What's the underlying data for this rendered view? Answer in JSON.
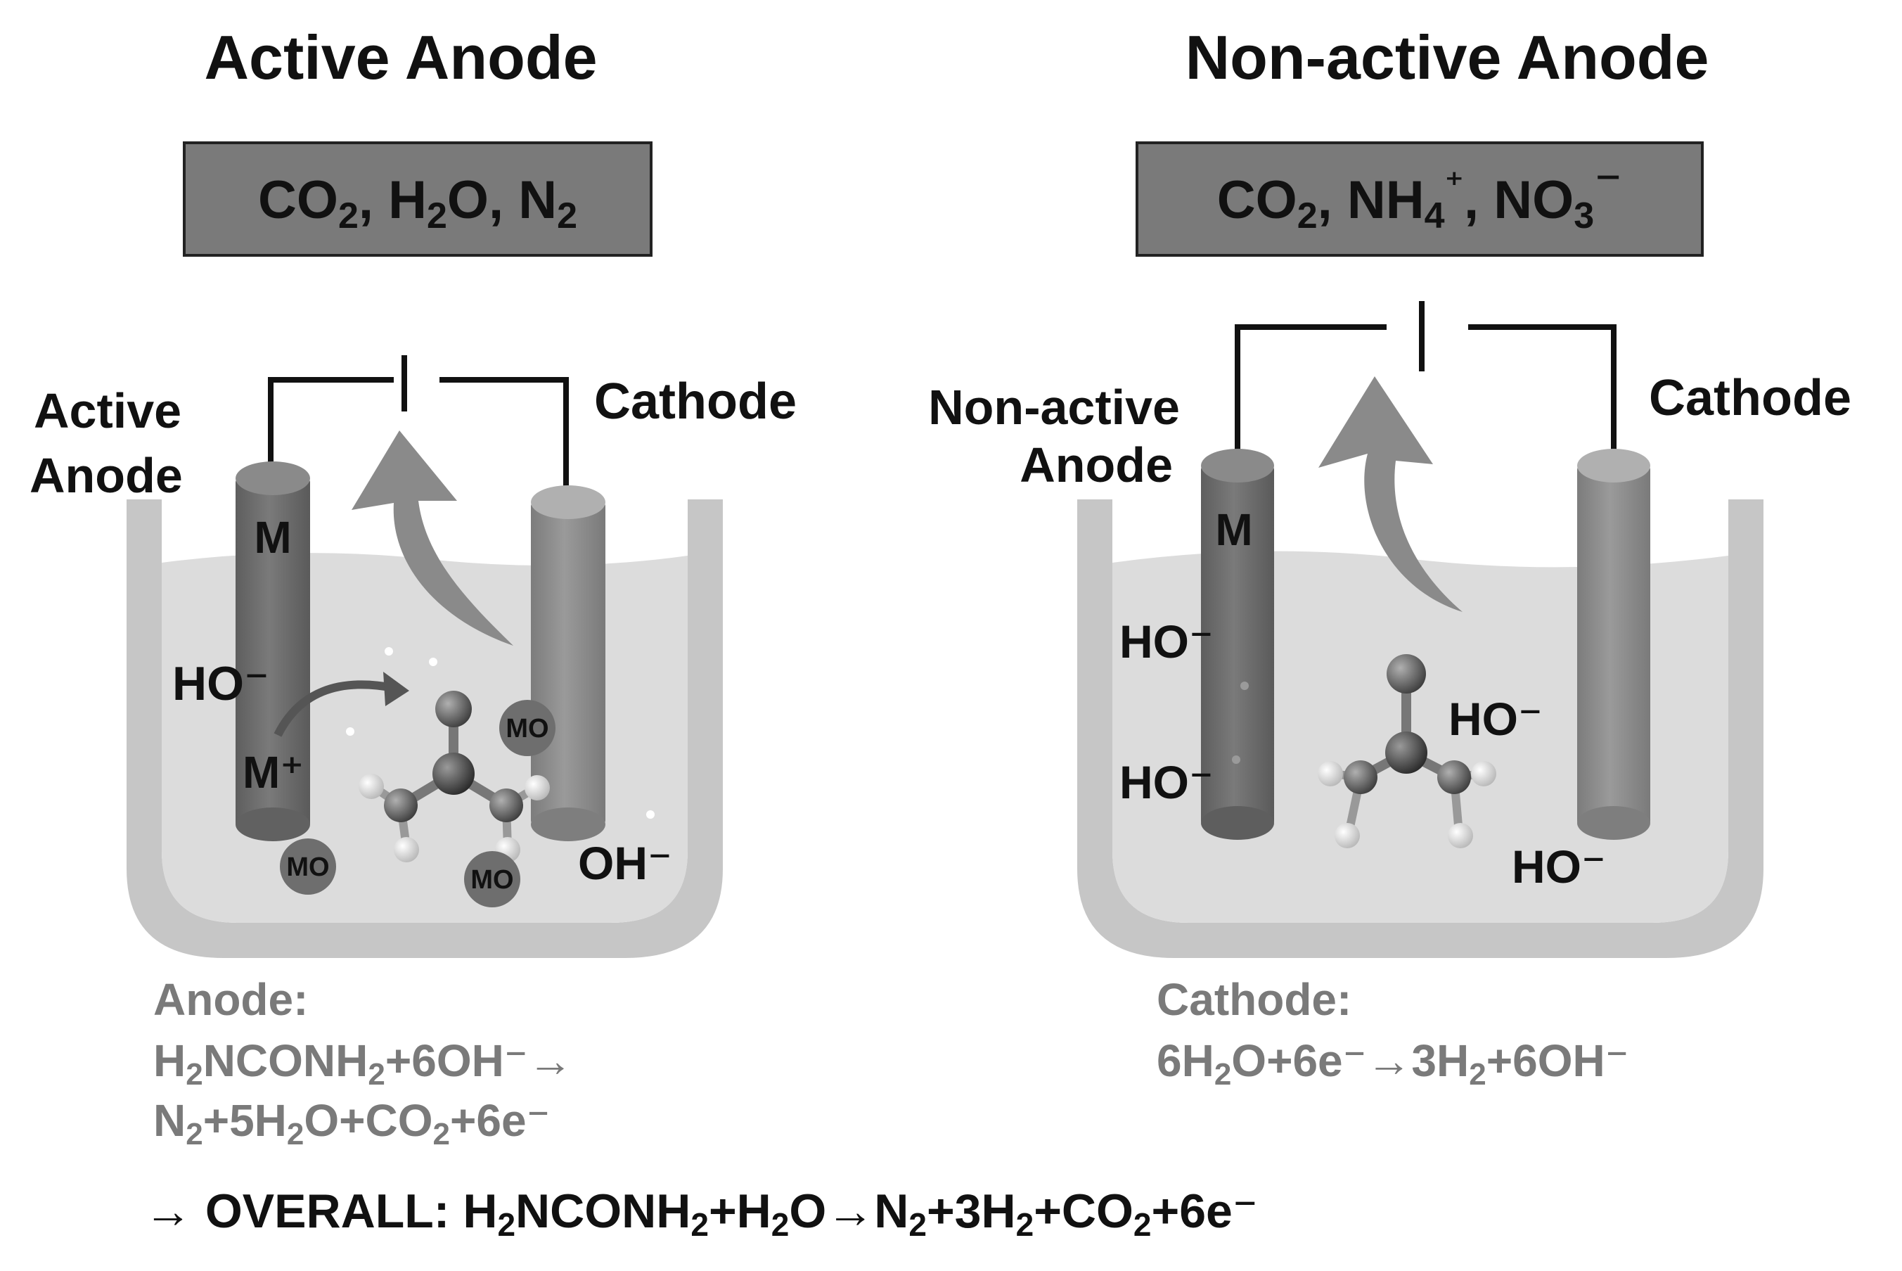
{
  "left_panel": {
    "title": "Active Anode",
    "products_box": {
      "parts": [
        "CO",
        "2",
        ", H",
        "2",
        "O, N",
        "2"
      ]
    },
    "anode_label_line1": "Active",
    "anode_label_line2": "Anode",
    "cathode_label": "Cathode",
    "electrode_label": "M",
    "ion_ho": "HO⁻",
    "ion_m_plus": "M⁺",
    "ion_oh": "OH⁻",
    "mo_label": "MO",
    "reaction_heading": "Anode:",
    "reaction_line1": [
      "H",
      "2",
      "NCONH",
      "2",
      "+6OH⁻→"
    ],
    "reaction_line2": [
      "N",
      "2",
      "+5H",
      "2",
      "O+CO",
      "2",
      "+6e⁻"
    ]
  },
  "right_panel": {
    "title": "Non-active Anode",
    "products_box": {
      "parts": [
        "CO",
        "2",
        ", NH",
        "4",
        "⁺",
        ", NO",
        "3",
        "⁻"
      ]
    },
    "anode_label_line1": "Non-active",
    "anode_label_line2": "Anode",
    "cathode_label": "Cathode",
    "electrode_label": "M",
    "ion_ho_1": "HO⁻",
    "ion_ho_2": "HO⁻",
    "ion_ho_3": "HO⁻",
    "ion_ho_4": "HO⁻",
    "reaction_heading": "Cathode:",
    "reaction_line1": [
      "6H",
      "2",
      "O+6e⁻→3H",
      "2",
      "+6OH⁻"
    ]
  },
  "overall": {
    "parts": [
      "→ OVERALL: H",
      "2",
      "NCONH",
      "2",
      "+H",
      "2",
      "O→N",
      "2",
      "+3H",
      "2",
      "+CO",
      "2",
      "+6e⁻"
    ]
  },
  "colors": {
    "text": "#111111",
    "reaction_text": "#7a7a7a",
    "box_fill": "#7a7a7a",
    "electrolyte": "#dcdcdc",
    "beaker": "#c6c6c6"
  }
}
